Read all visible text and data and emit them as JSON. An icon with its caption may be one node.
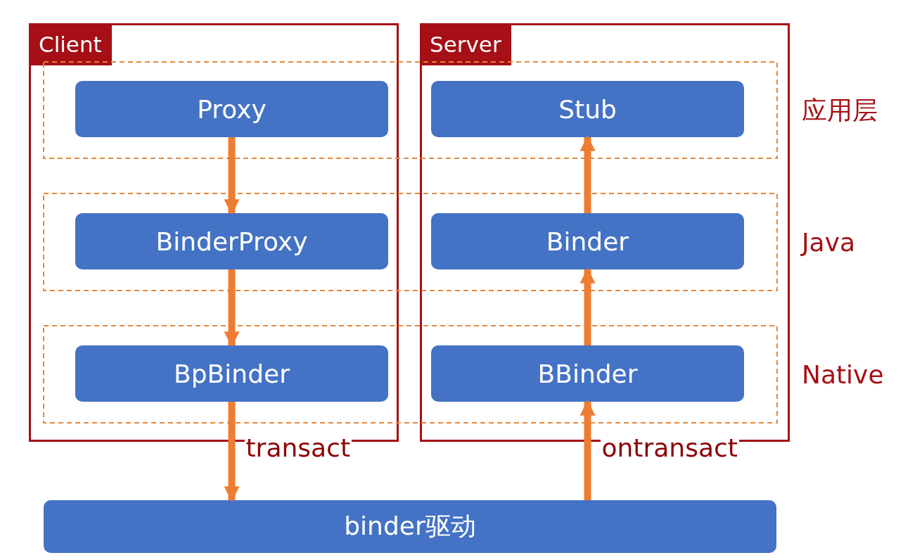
{
  "diagram": {
    "nodes": [
      {
        "text": [
          "Client"
        ]
      },
      {
        "text": [
          "Server"
        ]
      },
      {
        "text": [
          "Proxy"
        ],
        "in": 0
      },
      {
        "text": [
          "Stub"
        ],
        "in": 1
      },
      {
        "text": [
          "BinderProxy"
        ],
        "in": 0
      },
      {
        "text": [
          "Binder"
        ],
        "in": 1
      },
      {
        "text": [
          "BpBinder"
        ],
        "in": 0
      },
      {
        "text": [
          "BBinder"
        ],
        "in": 1
      },
      {
        "text": [
          "binder驱动"
        ]
      }
    ],
    "edges": [
      {
        "from": 2,
        "to": 4,
        "arrow": "to"
      },
      {
        "from": 4,
        "to": 6,
        "arrow": "to"
      },
      {
        "from": 6,
        "to": 8,
        "arrow": "to",
        "label": "transact"
      },
      {
        "from": 8,
        "to": 7,
        "arrow": "to",
        "label": "ontransact"
      },
      {
        "from": 7,
        "to": 5,
        "arrow": "to"
      },
      {
        "from": 5,
        "to": 3,
        "arrow": "to"
      }
    ],
    "labels": [
      "应用层",
      "Java",
      "Native"
    ]
  }
}
